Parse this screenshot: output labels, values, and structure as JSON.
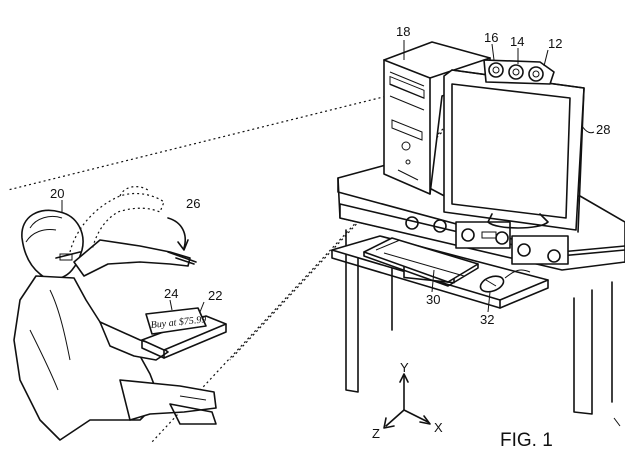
{
  "figure": {
    "caption": "FIG. 1",
    "price_tag_text": "Buy at $75.99",
    "reference_numerals": {
      "camera_unit": "12",
      "camera_lens_mid": "14",
      "camera_lens_left": "16",
      "computer_tower": "18",
      "user": "20",
      "object": "22",
      "price_tag": "24",
      "gesture": "26",
      "monitor": "28",
      "keyboard": "30",
      "mouse": "32"
    },
    "axes": {
      "y": "Y",
      "x": "X",
      "z": "Z"
    }
  }
}
